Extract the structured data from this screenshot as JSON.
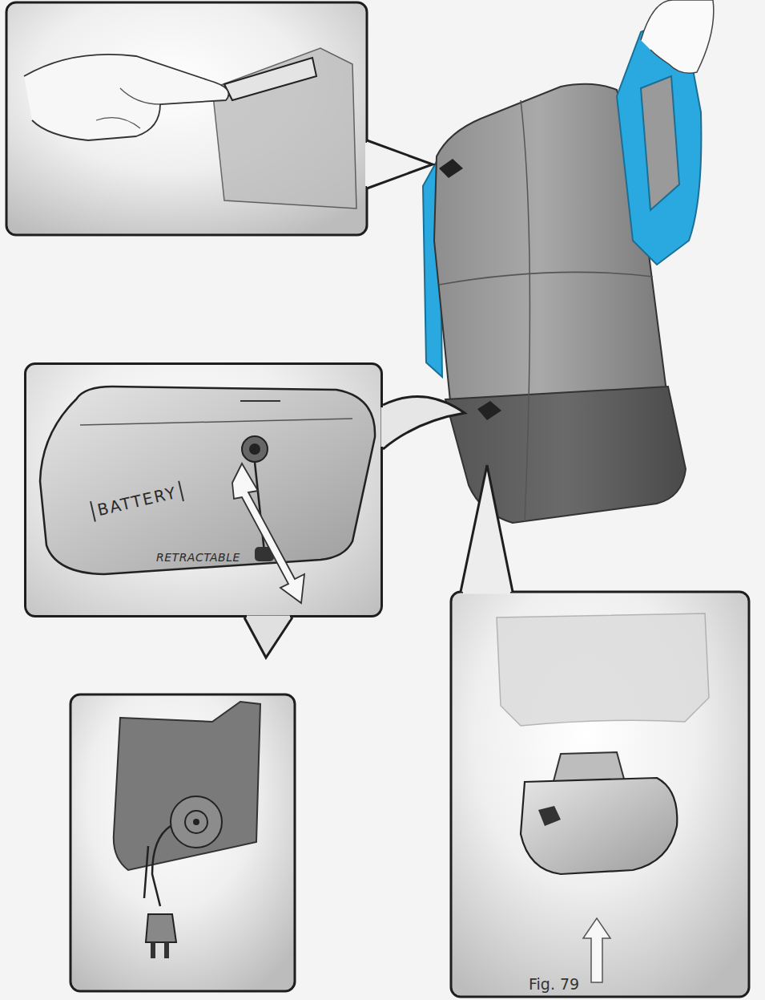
{
  "diagram": {
    "caption": "Fig. 79",
    "nodes": [
      {
        "text": [
          "BATTERY",
          "RETRACTABLE"
        ]
      }
    ]
  }
}
